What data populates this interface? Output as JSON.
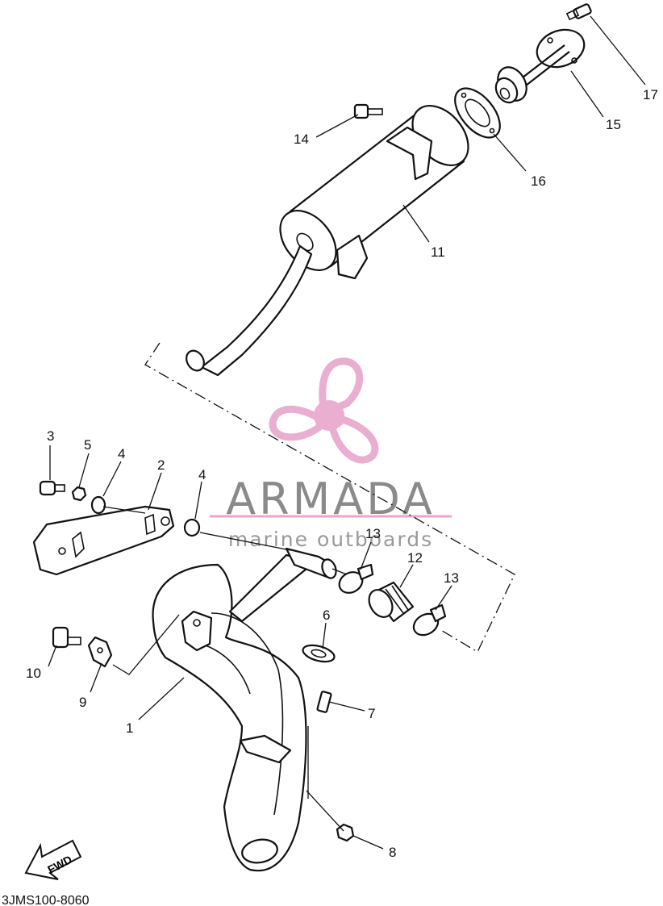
{
  "watermark": {
    "brand": "ARMADA",
    "tagline": "marine outboards",
    "color": "#e7a6cc",
    "dark_color": "#8a8a8a"
  },
  "fwd_label": "FWD",
  "diagram_code": "3JMS100-8060",
  "callouts": [
    {
      "id": "1",
      "label": "1"
    },
    {
      "id": "2",
      "label": "2"
    },
    {
      "id": "3",
      "label": "3"
    },
    {
      "id": "4a",
      "label": "4"
    },
    {
      "id": "4b",
      "label": "4"
    },
    {
      "id": "5",
      "label": "5"
    },
    {
      "id": "6",
      "label": "6"
    },
    {
      "id": "7",
      "label": "7"
    },
    {
      "id": "8",
      "label": "8"
    },
    {
      "id": "9",
      "label": "9"
    },
    {
      "id": "10",
      "label": "10"
    },
    {
      "id": "11",
      "label": "11"
    },
    {
      "id": "12",
      "label": "12"
    },
    {
      "id": "13a",
      "label": "13"
    },
    {
      "id": "13b",
      "label": "13"
    },
    {
      "id": "14",
      "label": "14"
    },
    {
      "id": "15",
      "label": "15"
    },
    {
      "id": "16",
      "label": "16"
    },
    {
      "id": "17",
      "label": "17"
    }
  ]
}
